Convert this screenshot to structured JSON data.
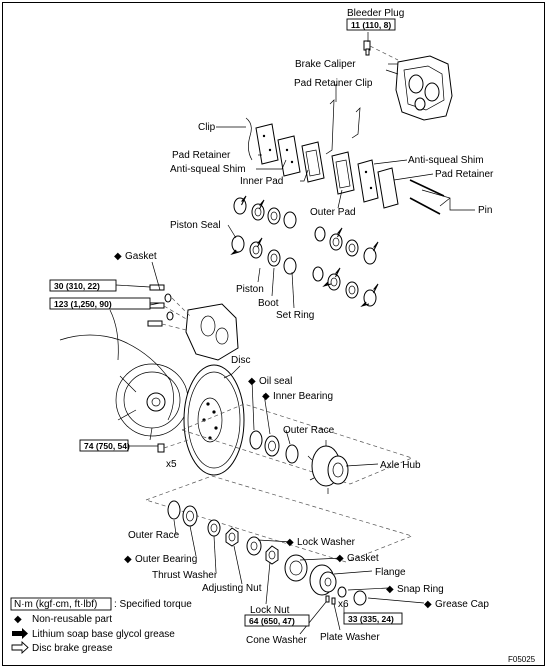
{
  "labels": {
    "bleeder_plug": "Bleeder Plug",
    "brake_caliper": "Brake Caliper",
    "pad_retainer_clip": "Pad Retainer Clip",
    "clip": "Clip",
    "pad_retainer_left": "Pad Retainer",
    "anti_squeal_shim_left": "Anti-squeal  Shim",
    "inner_pad": "Inner Pad",
    "outer_pad": "Outer Pad",
    "anti_squeal_shim_right": "Anti-squeal  Shim",
    "pad_retainer_right": "Pad Retainer",
    "pin": "Pin",
    "piston_seal": "Piston Seal",
    "gasket_upper": "Gasket",
    "piston": "Piston",
    "boot": "Boot",
    "set_ring": "Set Ring",
    "disc": "Disc",
    "oil_seal": "Oil seal",
    "inner_bearing": "Inner Bearing",
    "outer_race_upper": "Outer Race",
    "axle_hub": "Axle Hub",
    "x5": "x5",
    "outer_race_lower": "Outer Race",
    "outer_bearing": "Outer Bearing",
    "thrust_washer": "Thrust Washer",
    "adjusting_nut": "Adjusting Nut",
    "lock_washer": "Lock Washer",
    "gasket_lower": "Gasket",
    "flange": "Flange",
    "snap_ring": "Snap Ring",
    "grease_cap": "Grease Cap",
    "x6": "x6",
    "lock_nut": "Lock Nut",
    "cone_washer": "Cone Washer",
    "plate_washer": "Plate Washer",
    "figure_id": "F05025"
  },
  "torques": {
    "bleeder_plug": "11 (110, 8)",
    "t30": "30 (310, 22)",
    "t123": "123 (1,250, 90)",
    "t74": "74 (750, 54)",
    "t64": "64 (650, 47)",
    "t33": "33 (335, 24)"
  },
  "legend": {
    "unit_box": "N·m (kgf·cm, ft·lbf)",
    "unit_text": ": Specified torque",
    "nonreusable": "Non-reusable part",
    "lithium": "Lithium soap base glycol grease",
    "disc_grease": "Disc brake grease"
  },
  "symbols": {
    "nonreusable": "◆",
    "lithium": "➡",
    "disc_grease": "⇨"
  },
  "colors": {
    "line": "#000000",
    "background": "#ffffff"
  }
}
